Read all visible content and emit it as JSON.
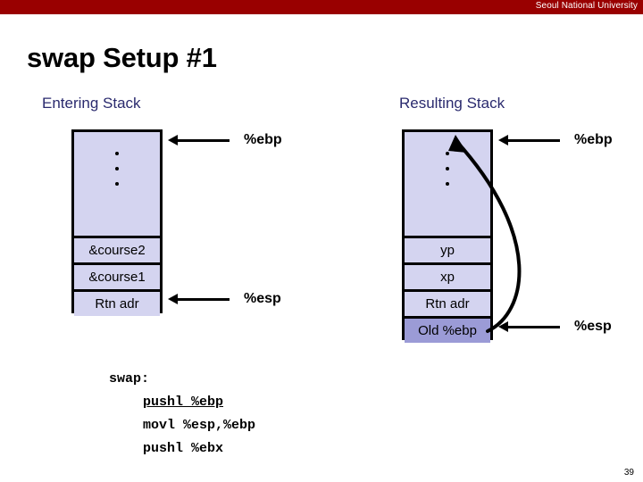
{
  "header": {
    "university": "Seoul National University",
    "bar_color": "#990000"
  },
  "slide": {
    "title": "swap Setup #1",
    "page_number": "39",
    "heading_color": "#2a2a6e",
    "cell_color": "#d4d4f0",
    "cell_highlight_color": "#9b9bd6"
  },
  "entering_stack": {
    "heading": "Entering Stack",
    "cells": [
      {
        "label": "&course2",
        "highlight": false
      },
      {
        "label": "&course1",
        "highlight": false
      },
      {
        "label": "Rtn adr",
        "highlight": false
      }
    ],
    "top_pointer": "%ebp",
    "bottom_pointer": "%esp"
  },
  "resulting_stack": {
    "heading": "Resulting Stack",
    "cells": [
      {
        "label": "yp",
        "highlight": false
      },
      {
        "label": "xp",
        "highlight": false
      },
      {
        "label": "Rtn adr",
        "highlight": false
      },
      {
        "label": "Old %ebp",
        "highlight": true
      }
    ],
    "top_pointer": "%ebp",
    "bottom_pointer": "%esp"
  },
  "code": {
    "label": "swap:",
    "lines": [
      {
        "text": "pushl %ebp",
        "current": true
      },
      {
        "text": "movl %esp,%ebp",
        "current": false
      },
      {
        "text": "pushl %ebx",
        "current": false
      }
    ]
  }
}
